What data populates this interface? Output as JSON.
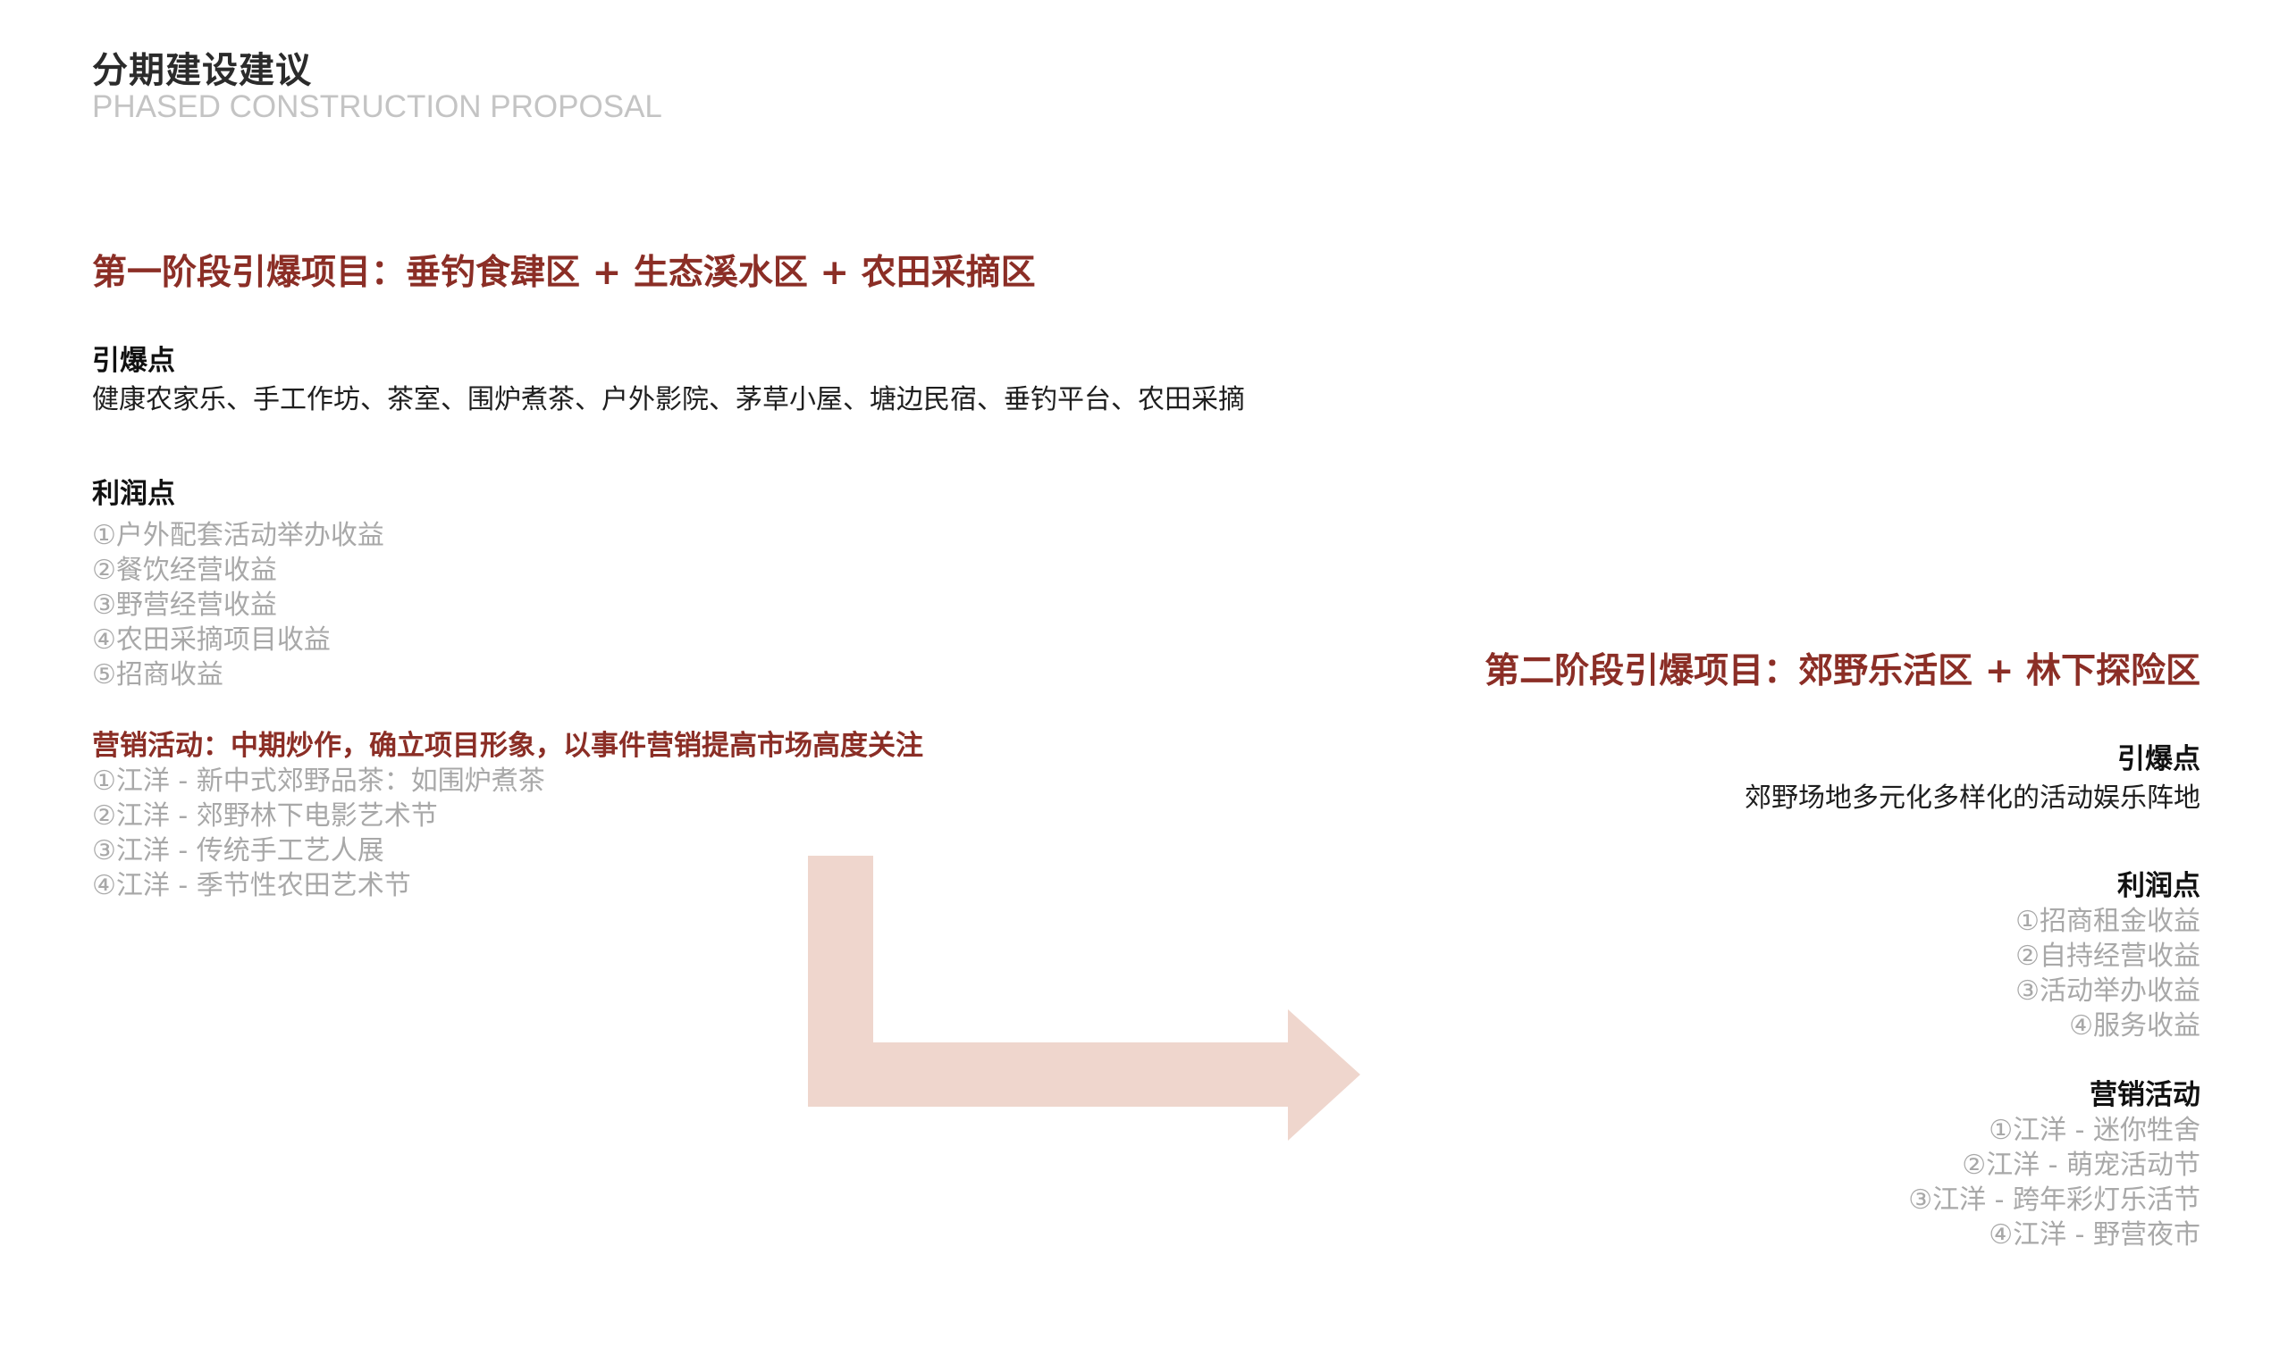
{
  "header": {
    "title": "分期建设建议",
    "subtitle": "PHASED CONSTRUCTION PROPOSAL"
  },
  "colors": {
    "accent_red": "#8b2e26",
    "arrow": "#efd6cd",
    "muted_text": "#a8a8a8",
    "body_text": "#1e1e1e"
  },
  "phase1": {
    "title": "第一阶段引爆项目：垂钓食肆区 + 生态溪水区 + 农田采摘区",
    "trigger_heading": "引爆点",
    "trigger_text": "健康农家乐、手工作坊、茶室、围炉煮茶、户外影院、茅草小屋、塘边民宿、垂钓平台、农田采摘",
    "profit_heading": "利润点",
    "profit_items": [
      "①户外配套活动举办收益",
      "②餐饮经营收益",
      "③野营经营收益",
      "④农田采摘项目收益",
      "⑤招商收益"
    ],
    "marketing_heading": "营销活动：中期炒作，确立项目形象，以事件营销提高市场高度关注",
    "marketing_items": [
      "①江洋 - 新中式郊野品茶：如围炉煮茶",
      "②江洋 - 郊野林下电影艺术节",
      "③江洋 - 传统手工艺人展",
      "④江洋 - 季节性农田艺术节"
    ]
  },
  "phase2": {
    "title": "第二阶段引爆项目：郊野乐活区 + 林下探险区",
    "trigger_heading": "引爆点",
    "trigger_text": "郊野场地多元化多样化的活动娱乐阵地",
    "profit_heading": "利润点",
    "profit_items": [
      "①招商租金收益",
      "②自持经营收益",
      "③活动举办收益",
      "④服务收益"
    ],
    "marketing_heading": "营销活动",
    "marketing_items": [
      "①江洋 - 迷你牲舍",
      "②江洋 - 萌宠活动节",
      "③江洋 - 跨年彩灯乐活节",
      "④江洋 - 野营夜市"
    ]
  },
  "arrow": {
    "icon": "elbow-arrow-down-right-icon"
  }
}
